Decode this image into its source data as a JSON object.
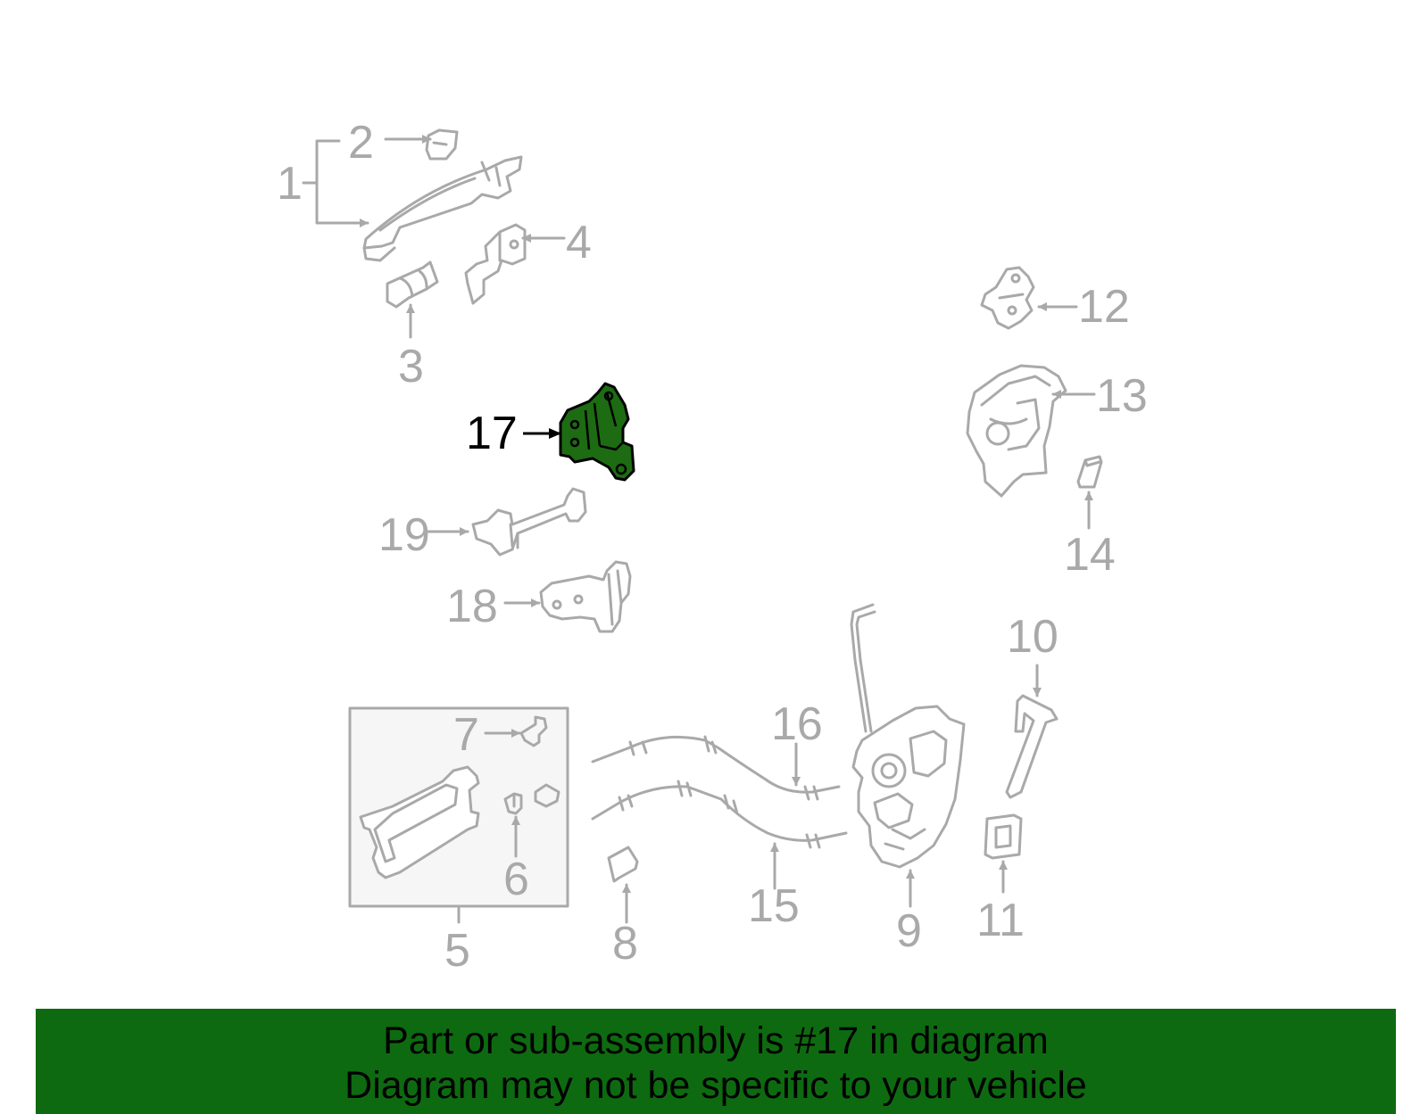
{
  "diagram": {
    "highlighted_callout": "17",
    "callouts": [
      "1",
      "2",
      "3",
      "4",
      "5",
      "6",
      "7",
      "8",
      "9",
      "10",
      "11",
      "12",
      "13",
      "14",
      "15",
      "16",
      "17",
      "18",
      "19"
    ],
    "colors": {
      "part_outline": "#a9a9a9",
      "highlight_fill": "#1d6b12",
      "highlight_label": "#000000",
      "banner": "#0e6a10"
    }
  },
  "banner": {
    "line1": "Part or sub-assembly is #17 in diagram",
    "line2": "Diagram may not be specific to your vehicle"
  }
}
